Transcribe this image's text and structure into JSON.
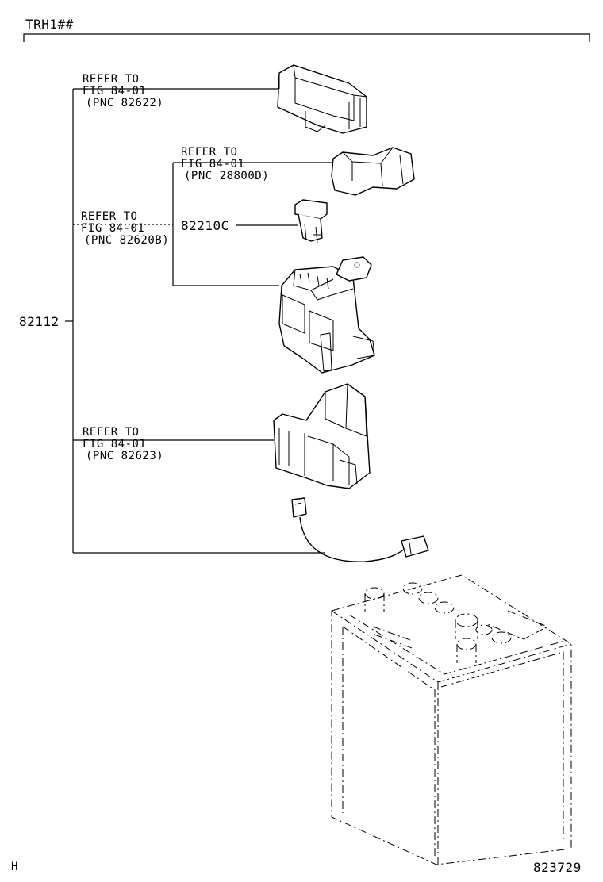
{
  "header": {
    "model_code": "TRH1##"
  },
  "callouts": {
    "relay_cover": {
      "line1": "REFER TO",
      "line2": "FIG 84-01",
      "line3": "(PNC 82622)"
    },
    "fuse_upper": {
      "line1": "REFER TO",
      "line2": "FIG 84-01",
      "line3": "(PNC 28800D)"
    },
    "block_ref": {
      "line1": "REFER TO",
      "line2": "FIG 84-01",
      "line3": "(PNC 82620B)"
    },
    "lower_case": {
      "line1": "REFER TO",
      "line2": "FIG 84-01",
      "line3": "(PNC 82623)"
    }
  },
  "part_numbers": {
    "fusible_link": "82210C",
    "wire_assembly": "82112"
  },
  "footer": {
    "left_mark": "H",
    "illustration_number": "823729"
  }
}
